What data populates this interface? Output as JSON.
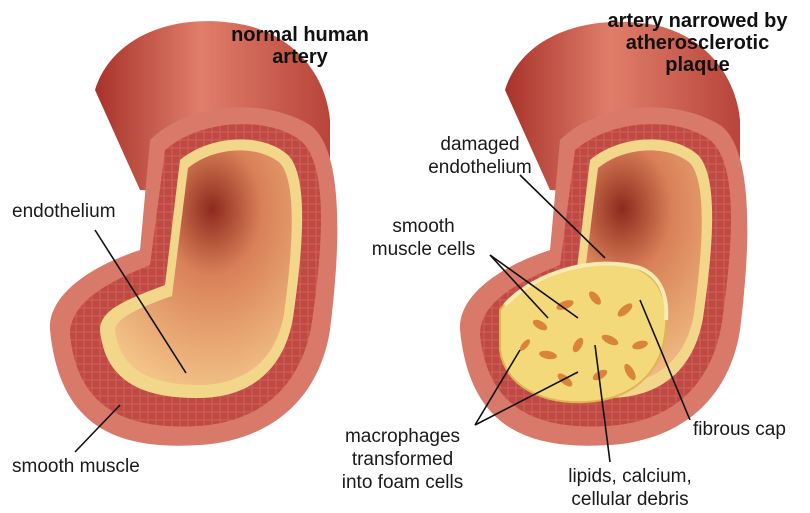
{
  "left_artery": {
    "title": "normal human\nartery",
    "labels": {
      "endothelium": "endothelium",
      "smooth_muscle": "smooth muscle"
    }
  },
  "right_artery": {
    "title": "artery narrowed by\natherosclerotic\nplaque",
    "labels": {
      "damaged_endothelium": "damaged\nendothelium",
      "smooth_muscle_cells": "smooth\nmuscle cells",
      "macrophages": "macrophages\ntransformed\ninto foam cells",
      "lipids": "lipids, calcium,\ncellular debris",
      "fibrous_cap": "fibrous cap"
    }
  },
  "colors": {
    "outer_wall": "#cc5a4a",
    "muscle_layer": "#b84440",
    "lumen": "#e9a070",
    "endothelium": "#f2d68a",
    "plaque": "#f4d97a",
    "foam_cells": "#d9843a"
  }
}
